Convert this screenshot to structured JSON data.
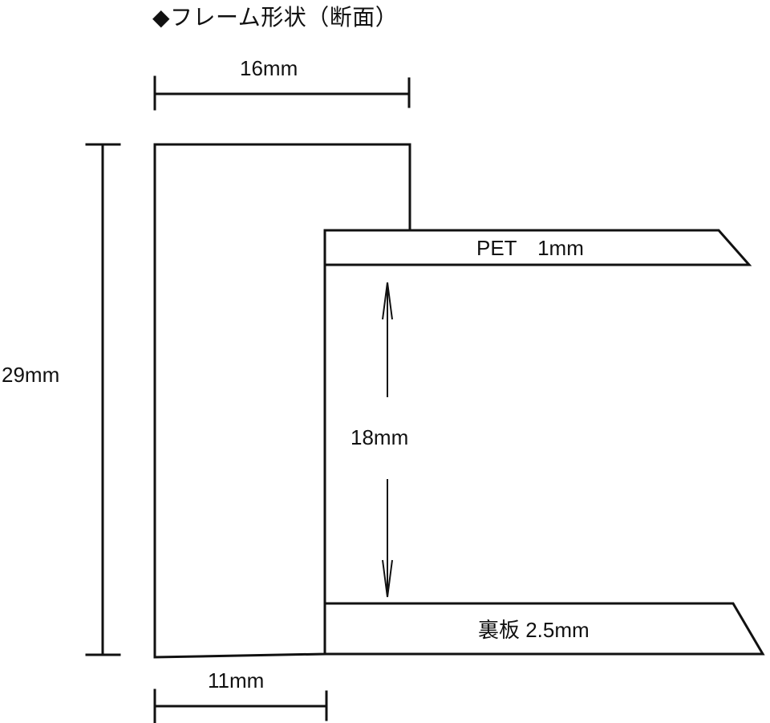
{
  "title": "◆フレーム形状（断面）",
  "colors": {
    "line": "#111111",
    "background": "#ffffff"
  },
  "dimensions": {
    "frame_width": "16mm",
    "frame_height": "29mm",
    "inner_depth": "18mm",
    "bottom_width": "11mm"
  },
  "layers": {
    "pet": "PET　1mm",
    "back_board": "裏板 2.5mm"
  }
}
